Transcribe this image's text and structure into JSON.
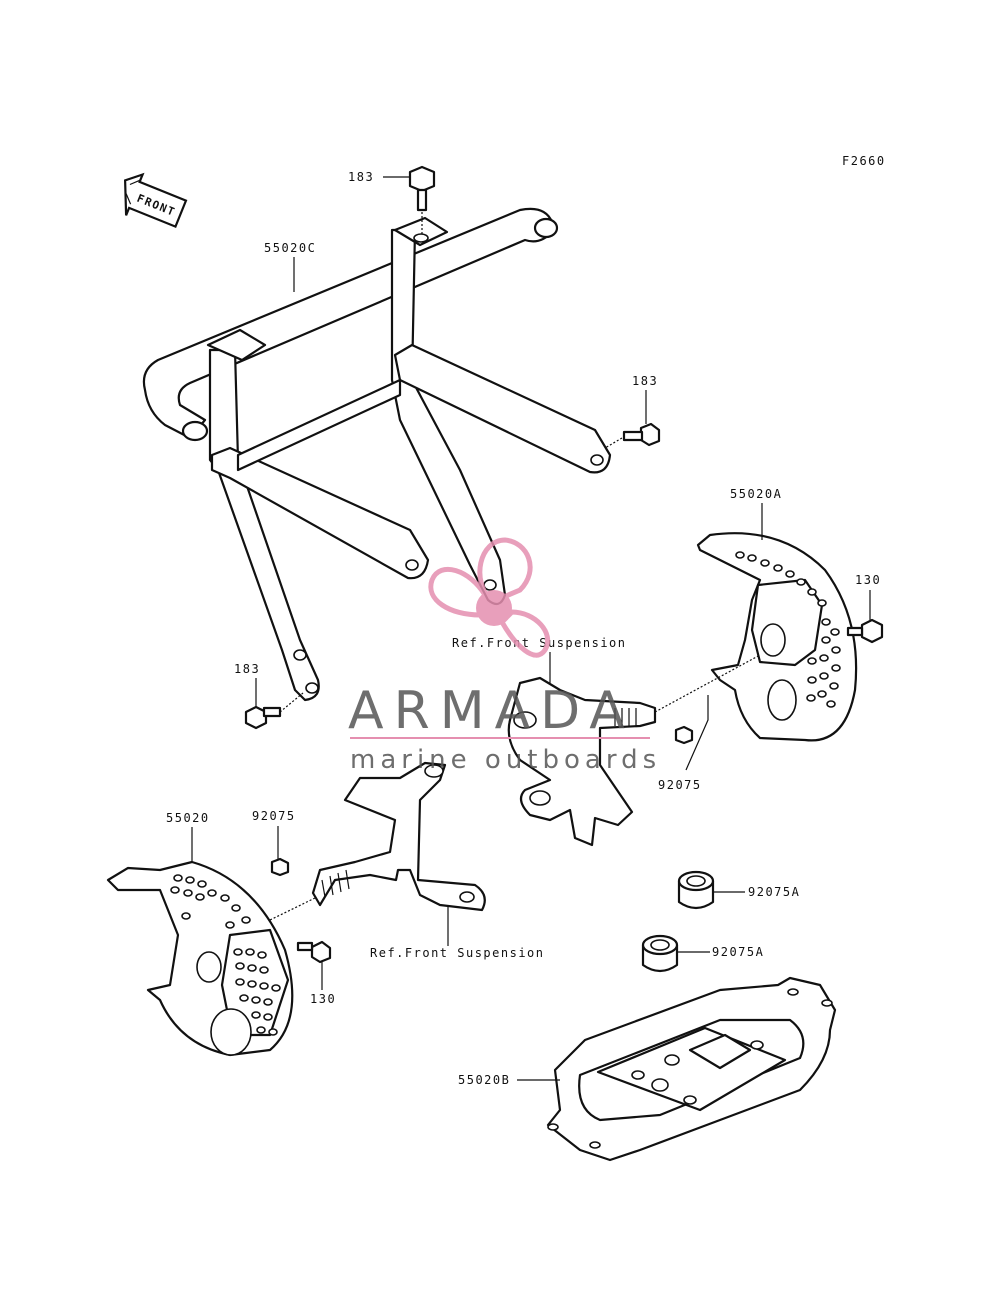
{
  "diagram": {
    "figure_id": "F2660",
    "front_arrow_label": "FRONT",
    "callouts": {
      "bolt_183_top": "183",
      "frame_55020C": "55020C",
      "bolt_183_right": "183",
      "plate_55020A": "55020A",
      "bolt_130_right": "130",
      "bolt_183_left": "183",
      "ref_front_suspension_upper": "Ref.Front Suspension",
      "nut_92075_right": "92075",
      "plate_55020": "55020",
      "nut_92075_left": "92075",
      "bolt_130_left": "130",
      "ref_front_suspension_lower": "Ref.Front Suspension",
      "bushing_92075A_upper": "92075A",
      "bushing_92075A_lower": "92075A",
      "skid_plate_55020B": "55020B"
    }
  },
  "watermark": {
    "brand": "ARMADA",
    "tagline": "marine outboards",
    "logo_color": "#e58fb0"
  }
}
